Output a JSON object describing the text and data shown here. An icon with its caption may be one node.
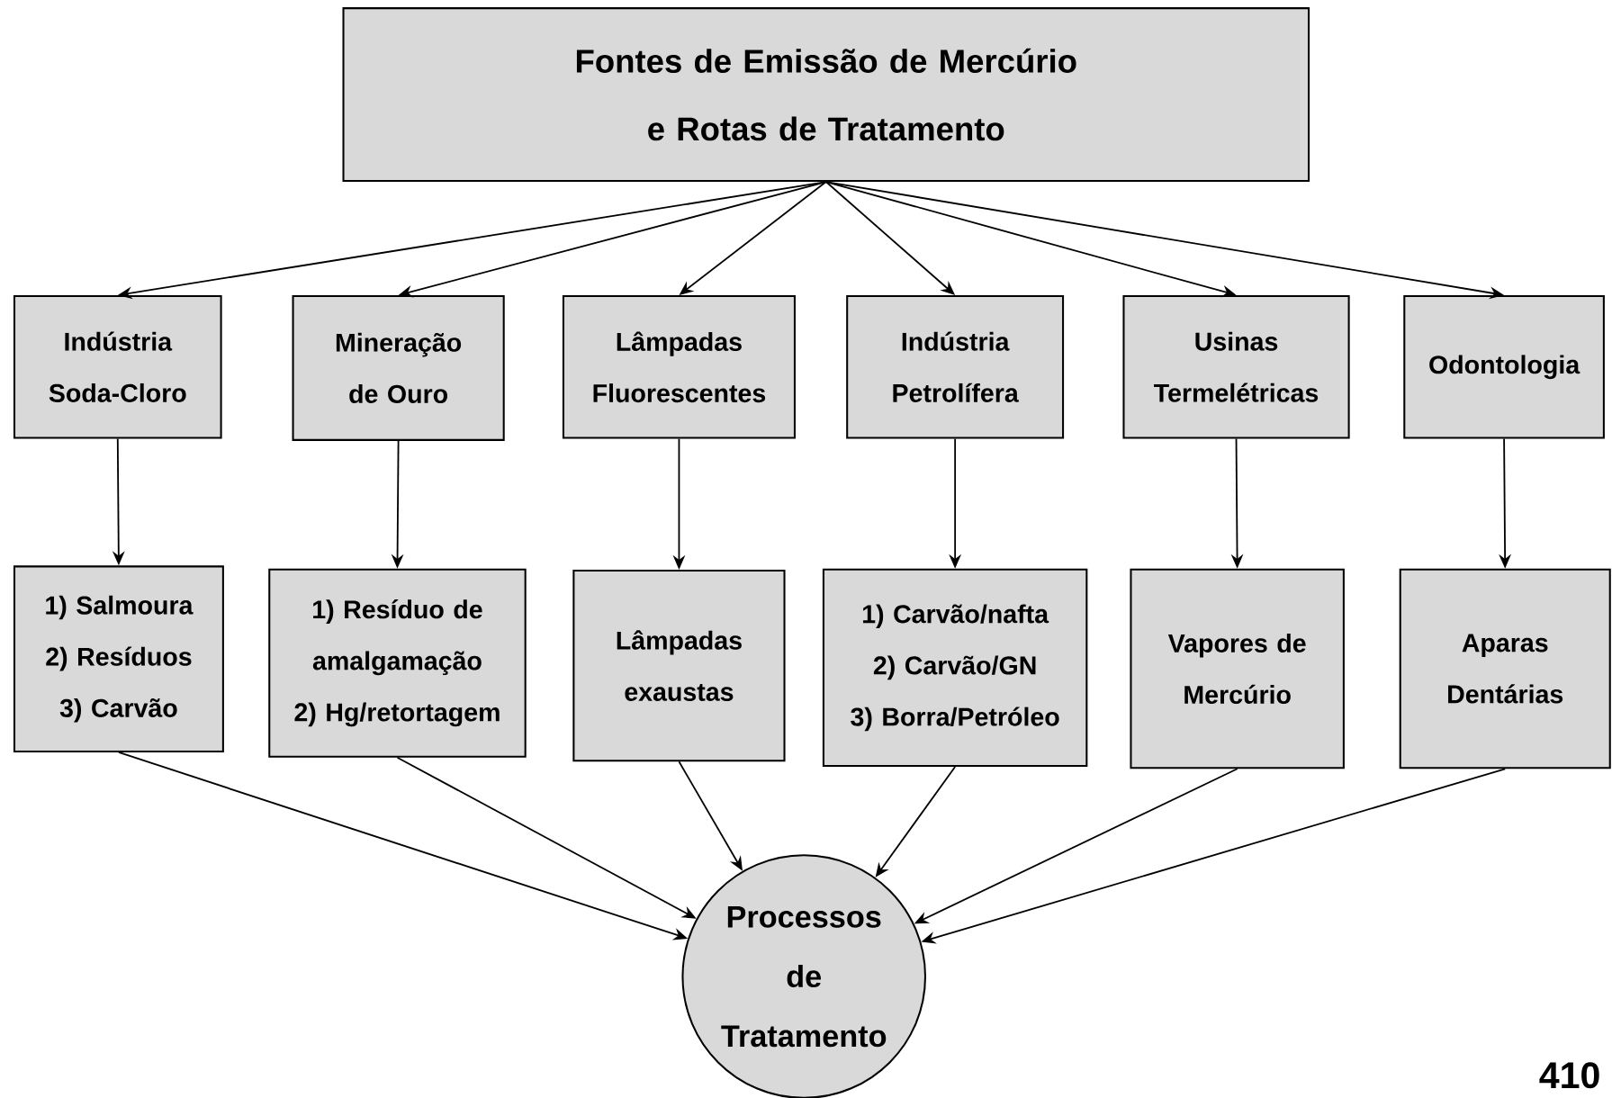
{
  "diagram": {
    "nodes": [
      {
        "text": [
          "Fontes de Emissão de Mercúrio e Rotas de Tratamento"
        ]
      },
      {
        "text": [
          "Indústria Soda-Cloro"
        ]
      },
      {
        "text": [
          "Mineração de Ouro"
        ]
      },
      {
        "text": [
          "Lâmpadas Fluorescentes"
        ]
      },
      {
        "text": [
          "Indústria Petrolífera"
        ]
      },
      {
        "text": [
          "Usinas Termelétricas"
        ]
      },
      {
        "text": [
          "Odontologia"
        ]
      },
      {
        "text": [
          "1) Salmoura",
          "2) Resíduos",
          "3) Carvão"
        ]
      },
      {
        "text": [
          "1) Resíduo de amalgamação",
          "2) Hg/retortagem"
        ]
      },
      {
        "text": [
          "Lâmpadas exaustas"
        ]
      },
      {
        "text": [
          "1) Carvão/nafta",
          "2) Carvão/GN",
          "3) Borra/Petróleo"
        ]
      },
      {
        "text": [
          "Vapores de Mercúrio"
        ]
      },
      {
        "text": [
          "Aparas Dentárias"
        ]
      },
      {
        "text": [
          "Processos de Tratamento"
        ]
      }
    ],
    "edges": [
      {
        "from": 0,
        "to": 1,
        "arrow": "to"
      },
      {
        "from": 0,
        "to": 2,
        "arrow": "to"
      },
      {
        "from": 0,
        "to": 3,
        "arrow": "to"
      },
      {
        "from": 0,
        "to": 4,
        "arrow": "to"
      },
      {
        "from": 0,
        "to": 5,
        "arrow": "to"
      },
      {
        "from": 0,
        "to": 6,
        "arrow": "to"
      },
      {
        "from": 1,
        "to": 7,
        "arrow": "to"
      },
      {
        "from": 2,
        "to": 8,
        "arrow": "to"
      },
      {
        "from": 3,
        "to": 9,
        "arrow": "to"
      },
      {
        "from": 4,
        "to": 10,
        "arrow": "to"
      },
      {
        "from": 5,
        "to": 11,
        "arrow": "to"
      },
      {
        "from": 6,
        "to": 12,
        "arrow": "to"
      },
      {
        "from": 7,
        "to": 13,
        "arrow": "to"
      },
      {
        "from": 8,
        "to": 13,
        "arrow": "to"
      },
      {
        "from": 9,
        "to": 13,
        "arrow": "to"
      },
      {
        "from": 10,
        "to": 13,
        "arrow": "to"
      },
      {
        "from": 11,
        "to": 13,
        "arrow": "to"
      },
      {
        "from": 12,
        "to": 13,
        "arrow": "to"
      }
    ],
    "labels": [
      "410"
    ]
  }
}
